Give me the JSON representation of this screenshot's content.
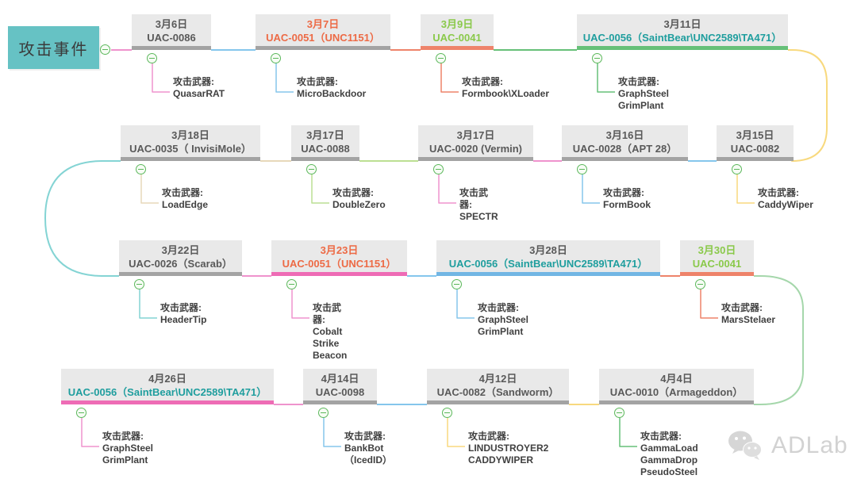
{
  "title_box": {
    "label": "攻击事件"
  },
  "weapon_label": "攻击武器:",
  "watermark": {
    "brand": "ADLab"
  },
  "palette": {
    "pink": "#ef93cd",
    "pink_bar": "#ee6cb5",
    "blue": "#85c6ec",
    "blue_bar": "#72b6e4",
    "salmon": "#ee836a",
    "green": "#66c078",
    "green_light": "#a5d7ab",
    "green_soft": "#bcdf93",
    "yellow": "#f8d97e",
    "tan": "#e7d8ba",
    "cyan": "#84d4d4",
    "gray_bar": "#a3a3a3",
    "teal": "#1f9e9e",
    "orange": "#ed6a45",
    "green_text": "#8ac94a",
    "gray": "#595959",
    "marker_green": "#5cb85c",
    "box_bg": "#e9e9e9",
    "weapon_text": "#404040",
    "start_fill": "#66c2c4",
    "start_border": "#3aa6aa",
    "watermark_gray": "#d2d2d2"
  },
  "events": [
    {
      "date": "3月6日",
      "actor": "UAC-0086",
      "weapons": [
        "QuasarRAT"
      ]
    },
    {
      "date": "3月7日",
      "actor": "UAC-0051（UNC1151）",
      "weapons": [
        "MicroBackdoor"
      ]
    },
    {
      "date": "3月9日",
      "actor": "UAC-0041",
      "weapons": [
        "Formbook\\XLoader"
      ]
    },
    {
      "date": "3月11日",
      "actor": "UAC-0056（SaintBear\\UNC2589\\TA471）",
      "weapons": [
        "GraphSteel",
        "GrimPlant"
      ]
    },
    {
      "date": "3月15日",
      "actor": "UAC-0082",
      "weapons": [
        "CaddyWiper"
      ]
    },
    {
      "date": "3月16日",
      "actor": "UAC-0028（APT 28）",
      "weapons": [
        "FormBook"
      ]
    },
    {
      "date": "3月17日",
      "actor": "UAC-0020 (Vermin)",
      "weapons": [
        "SPECTR"
      ]
    },
    {
      "date": "3月17日",
      "actor": "UAC-0088",
      "weapons": [
        "DoubleZero"
      ]
    },
    {
      "date": "3月18日",
      "actor": "UAC-0035（ InvisiMole）",
      "weapons": [
        "LoadEdge"
      ]
    },
    {
      "date": "3月22日",
      "actor": "UAC-0026（Scarab）",
      "weapons": [
        "HeaderTip"
      ]
    },
    {
      "date": "3月23日",
      "actor": "UAC-0051（UNC1151）",
      "weapons": [
        "Cobalt Strike Beacon"
      ]
    },
    {
      "date": "3月28日",
      "actor": "UAC-0056（SaintBear\\UNC2589\\TA471）",
      "weapons": [
        "GraphSteel",
        "GrimPlant"
      ]
    },
    {
      "date": "3月30日",
      "actor": "UAC-0041",
      "weapons": [
        "MarsStelaer"
      ]
    },
    {
      "date": "4月4日",
      "actor": "UAC-0010（Armageddon）",
      "weapons": [
        "GammaLoad",
        "GammaDrop",
        "PseudoSteel"
      ]
    },
    {
      "date": "4月12日",
      "actor": "UAC-0082（Sandworm）",
      "weapons": [
        "LINDUSTROYER2",
        "CADDYWIPER"
      ]
    },
    {
      "date": "4月14日",
      "actor": "UAC-0098",
      "weapons": [
        "BankBot",
        "（IcedID）"
      ]
    },
    {
      "date": "4月26日",
      "actor": "UAC-0056（SaintBear\\UNC2589\\TA471）",
      "weapons": [
        "GraphSteel",
        "GrimPlant"
      ]
    }
  ]
}
